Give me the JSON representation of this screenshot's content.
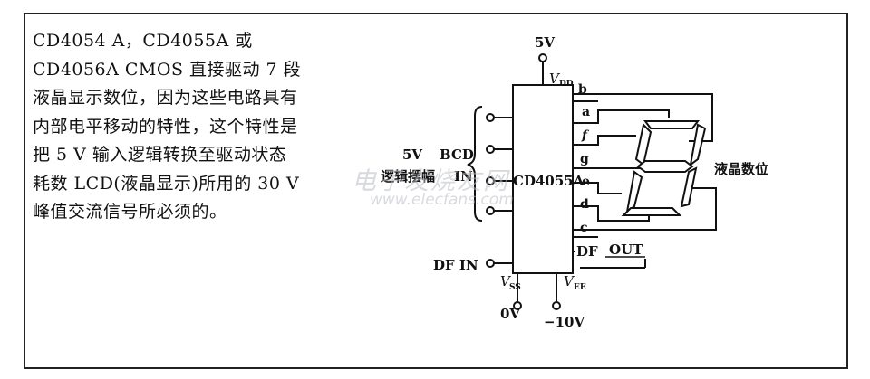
{
  "paragraph": [
    "CD4054 A，CD4055A 或",
    "CD4056A  CMOS 直接驱动 7 段",
    "液晶显示数位，因为这些电路具有",
    "内部电平移动的特性，这个特性是",
    "把 5 V 输入逻辑转换至驱动状态",
    "耗数 LCD(液晶显示)所用的 30 V",
    "峰值交流信号所必须的。"
  ],
  "circuit": {
    "chip_name": "CD4055A",
    "supply_5v": "5V",
    "vdd": "V",
    "vdd_sub": "DD",
    "vss": "V",
    "vss_sub": "SS",
    "vee": "V",
    "vee_sub": "EE",
    "gnd_label": "0V",
    "neg_label": "−10V",
    "bcd_5v": "5V",
    "bcd_label": "BCD",
    "logic_label": "逻辑摆幅",
    "in_label": "IN",
    "df_in_label": "DF IN",
    "df_label": "DF",
    "out_label": "OUT",
    "display_label": "液晶数位",
    "pins": [
      "b",
      "a",
      "f",
      "g",
      "e",
      "d",
      "c"
    ]
  },
  "watermark": {
    "cn": "电子发烧友网",
    "en": "www.elecfans.com"
  }
}
